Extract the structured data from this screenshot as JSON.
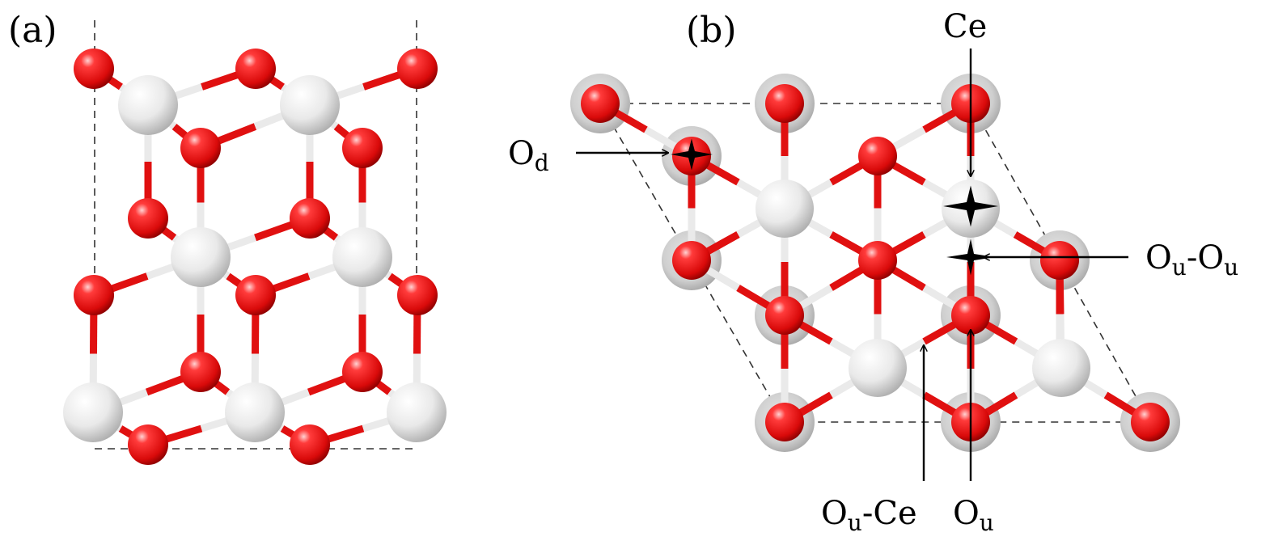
{
  "panels": {
    "a": {
      "label": "(a)"
    },
    "b": {
      "label": "(b)"
    }
  },
  "annotations": {
    "ce": {
      "text": "Ce"
    },
    "od": {
      "main": "O",
      "sub": "d"
    },
    "ouou": {
      "main1": "O",
      "sub1": "u",
      "dash": "-",
      "main2": "O",
      "sub2": "u"
    },
    "ouce": {
      "main1": "O",
      "sub1": "u",
      "rest": "-Ce"
    },
    "ou": {
      "main": "O",
      "sub": "u"
    }
  },
  "colors": {
    "oxygen": "#e01010",
    "cerium": "#e6e6e6",
    "bond_white": "#eaeaea",
    "cell_line": "#333333",
    "marker": "#000000"
  }
}
